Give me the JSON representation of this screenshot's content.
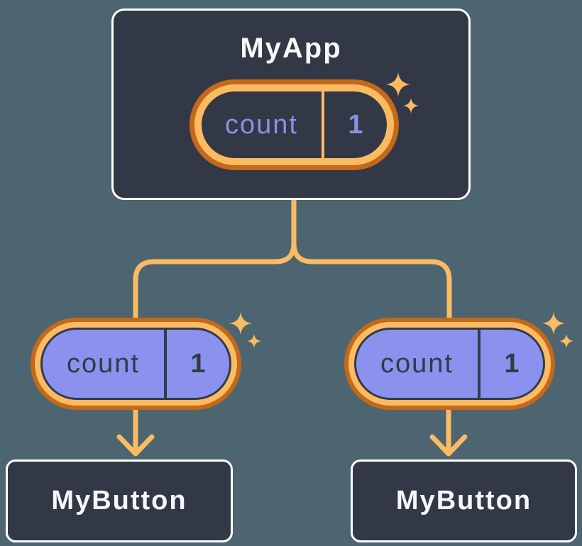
{
  "diagram": {
    "root": {
      "title": "MyApp",
      "pill": {
        "label": "count",
        "value": "1"
      }
    },
    "children": [
      {
        "title": "MyButton",
        "pill": {
          "label": "count",
          "value": "1"
        }
      },
      {
        "title": "MyButton",
        "pill": {
          "label": "count",
          "value": "1"
        }
      }
    ]
  },
  "icons": {
    "sparkle": "four-point-star",
    "arrow": "down-chevron-arrow"
  },
  "colors": {
    "background": "#4D6570",
    "node_fill": "#333846",
    "node_border": "#FFFFFF",
    "node_text": "#F6F7F9",
    "pill_ring_outer": "#C4691A",
    "pill_ring_inner": "#FBBB63",
    "prop_pill_fill": "#8A92EE",
    "state_text": "#8A90E2",
    "dark_text": "#343A48",
    "connector": "#FBBB63"
  }
}
